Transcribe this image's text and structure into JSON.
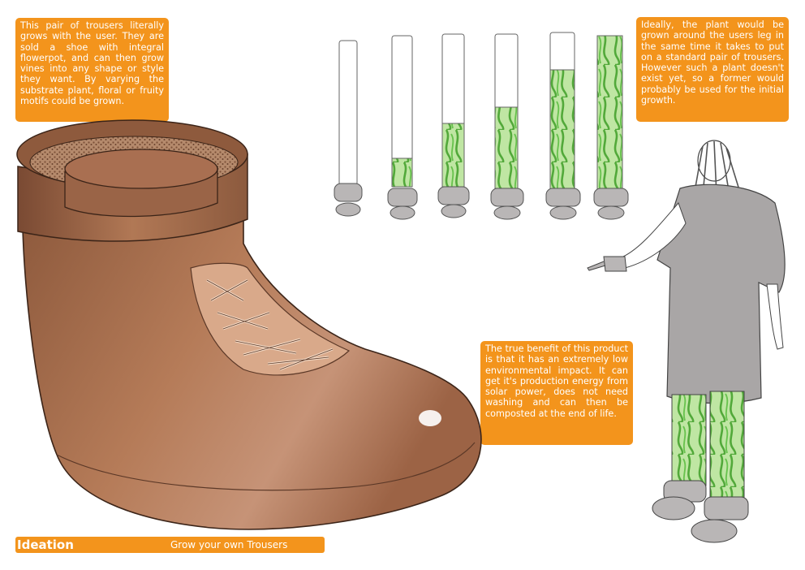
{
  "notes": {
    "left": "This pair of trousers literally grows with the user. They are sold a shoe with integral flowerpot, and can then grow vines into any shape or style they want. By varying the substrate plant, floral or fruity motifs could be grown.",
    "right": "Ideally, the plant would be grown around the users leg in the same time it takes to put on a standard pair of trousers. However such a plant doesn't exist yet, so a former would probably be used for the initial growth.",
    "bottom": "The true benefit of this product is that it has an extremely low environmental impact. It can get it's production energy from solar power, does not need washing and can then be composted at the end of life."
  },
  "footer": {
    "title": "Ideation",
    "subtitle": "Grow your own Trousers"
  },
  "colors": {
    "accent": "#f3941c",
    "boot": "#a86f4f",
    "vine": "#6cc04a",
    "leafBg": "#bfe6a3",
    "grey": "#b9b6b6"
  }
}
